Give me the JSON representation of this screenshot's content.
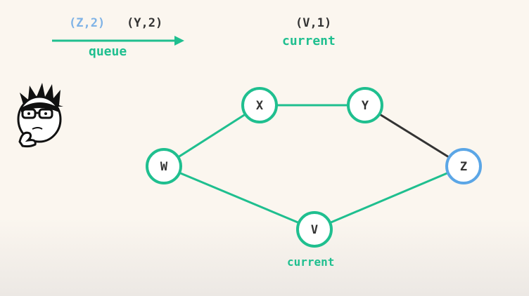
{
  "queue": {
    "items": [
      {
        "text": "(Z,2)",
        "color": "#7fb3e6"
      },
      {
        "text": "(Y,2)",
        "color": "#333333"
      }
    ],
    "label": "queue",
    "arrow_color": "#1fbf8f"
  },
  "current": {
    "pair": "(V,1)",
    "label": "current"
  },
  "graph": {
    "nodes": [
      {
        "id": "X",
        "label": "X",
        "border": "#1fbf8f"
      },
      {
        "id": "Y",
        "label": "Y",
        "border": "#1fbf8f"
      },
      {
        "id": "W",
        "label": "W",
        "border": "#1fbf8f"
      },
      {
        "id": "Z",
        "label": "Z",
        "border": "#5ba6e6"
      },
      {
        "id": "V",
        "label": "V",
        "border": "#1fbf8f"
      }
    ],
    "edges": [
      {
        "from": "X",
        "to": "Y",
        "color": "#1fbf8f"
      },
      {
        "from": "W",
        "to": "X",
        "color": "#1fbf8f"
      },
      {
        "from": "W",
        "to": "V",
        "color": "#1fbf8f"
      },
      {
        "from": "V",
        "to": "Z",
        "color": "#1fbf8f"
      },
      {
        "from": "Y",
        "to": "Z",
        "color": "#333333"
      }
    ],
    "v_label": "current"
  },
  "mascot": {
    "icon": "thinking-character-icon"
  }
}
